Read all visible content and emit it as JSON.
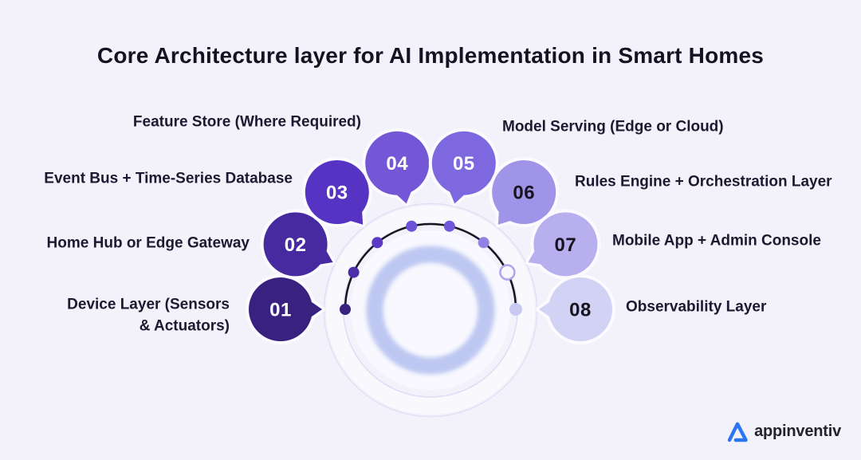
{
  "title": "Core Architecture layer for AI Implementation in Smart Homes",
  "brand": {
    "name": "appinventiv",
    "logo_color": "#2B74F2"
  },
  "colors": {
    "background": "#F3F2FB",
    "arc_line": "#17141F",
    "center_ring": "#BDC7F1",
    "guide_circle": "#DDDDF5"
  },
  "steps": [
    {
      "num": "01",
      "label": "Device Layer (Sensors & Actuators)",
      "color": "#38217F",
      "dot_color": "#38217F",
      "num_color": "#FFFFFF"
    },
    {
      "num": "02",
      "label": "Home Hub or Edge Gateway",
      "color": "#472AA0",
      "dot_color": "#4B2EA8",
      "num_color": "#FFFFFF"
    },
    {
      "num": "03",
      "label": "Event Bus + Time-Series Database",
      "color": "#5733C4",
      "dot_color": "#5B3BC6",
      "num_color": "#FFFFFF"
    },
    {
      "num": "04",
      "label": "Feature Store (Where Required)",
      "color": "#7457D7",
      "dot_color": "#6E52D6",
      "num_color": "#FFFFFF"
    },
    {
      "num": "05",
      "label": "Model Serving (Edge or Cloud)",
      "color": "#7D68DF",
      "dot_color": "#7058D8",
      "num_color": "#FFFFFF"
    },
    {
      "num": "06",
      "label": "Rules Engine + Orchestration Layer",
      "color": "#A094E8",
      "dot_color": "#8F82E4",
      "num_color": "#17141F"
    },
    {
      "num": "07",
      "label": "Mobile App + Admin Console",
      "color": "#B8B0EE",
      "dot_color": "#AFA8EC",
      "num_color": "#17141F"
    },
    {
      "num": "08",
      "label": "Observability Layer",
      "color": "#D2D2F4",
      "dot_color": "#C9C9F2",
      "num_color": "#17141F"
    }
  ]
}
